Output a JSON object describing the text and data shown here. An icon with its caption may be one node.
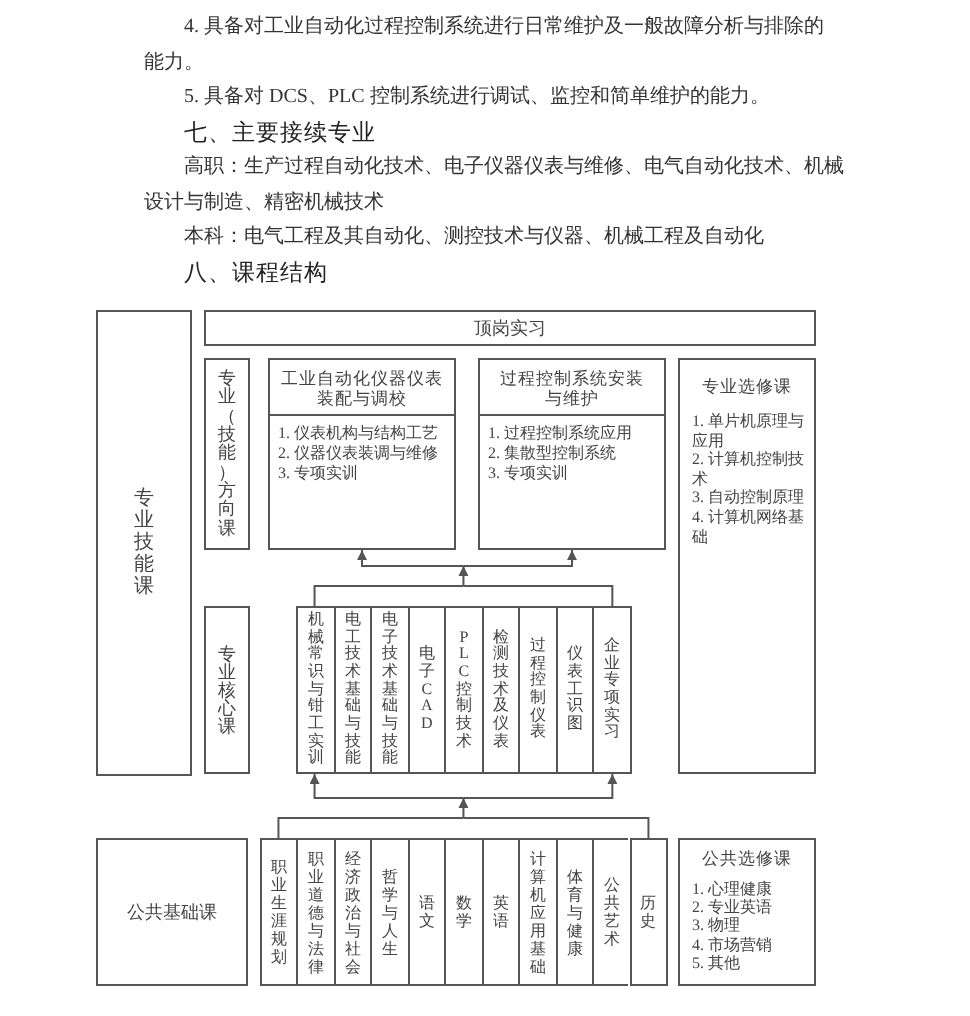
{
  "diagram": {
    "title": "八、课程结构",
    "nodes": [
      {
        "text": [
          "专业技能课"
        ]
      },
      {
        "text": [
          "顶岗实习"
        ]
      },
      {
        "text": [
          "专业（技能）方向课"
        ]
      },
      {
        "text": [
          "工业自动化仪器仪表装配与调校",
          "1. 仪表机构与结构工艺",
          "2. 仪器仪表装调与维修",
          "3. 专项实训"
        ]
      },
      {
        "text": [
          "过程控制系统安装与维护",
          "1. 过程控制系统应用",
          "2. 集散型控制系统",
          "3. 专项实训"
        ]
      },
      {
        "text": [
          "专业选修课",
          "1. 单片机原理与应用",
          "2. 计算机控制技术",
          "3. 自动控制原理",
          "4. 计算机网络基础"
        ]
      },
      {
        "text": [
          "专业核心课"
        ]
      },
      {
        "text": [
          "机械常识与钳工实训"
        ]
      },
      {
        "text": [
          "电工技术基础与技能"
        ]
      },
      {
        "text": [
          "电子技术基础与技能"
        ]
      },
      {
        "text": [
          "电子CAD"
        ]
      },
      {
        "text": [
          "PLC控制技术"
        ]
      },
      {
        "text": [
          "检测技术及仪表"
        ]
      },
      {
        "text": [
          "过程控制仪表"
        ]
      },
      {
        "text": [
          "仪表工识图"
        ]
      },
      {
        "text": [
          "企业专项实习"
        ]
      },
      {
        "text": [
          "公共基础课"
        ]
      },
      {
        "text": [
          "职业生涯规划"
        ]
      },
      {
        "text": [
          "职业道德与法律"
        ]
      },
      {
        "text": [
          "经济政治与社会"
        ]
      },
      {
        "text": [
          "哲学与人生"
        ]
      },
      {
        "text": [
          "语文"
        ]
      },
      {
        "text": [
          "数学"
        ]
      },
      {
        "text": [
          "英语"
        ]
      },
      {
        "text": [
          "计算机应用基础"
        ]
      },
      {
        "text": [
          "体育与健康"
        ]
      },
      {
        "text": [
          "公共艺术"
        ]
      },
      {
        "text": [
          "历史"
        ]
      },
      {
        "text": [
          "公共选修课",
          "1. 心理健康",
          "2. 专业英语",
          "3. 物理",
          "4. 市场营销",
          "5. 其他"
        ]
      }
    ],
    "edges": [
      {
        "from": 7,
        "to": 3,
        "arrow": "to"
      },
      {
        "from": 7,
        "to": 4,
        "arrow": "to"
      },
      {
        "from": 15,
        "to": 3,
        "arrow": "to"
      },
      {
        "from": 15,
        "to": 4,
        "arrow": "to"
      },
      {
        "from": 17,
        "to": 7,
        "arrow": "to"
      },
      {
        "from": 17,
        "to": 15,
        "arrow": "to"
      },
      {
        "from": 27,
        "to": 7,
        "arrow": "to"
      },
      {
        "from": 27,
        "to": 15,
        "arrow": "to"
      }
    ],
    "labels": [
      "4. 具备对工业自动化过程控制系统进行日常维护及一般故障分析与排除的能力。",
      "5. 具备对 DCS、PLC 控制系统进行调试、监控和简单维护的能力。",
      "七、主要接续专业",
      "高职：生产过程自动化技术、电子仪器仪表与维修、电气自动化技术、机械设计与制造、精密机械技术",
      "本科：电气工程及其自动化、测控技术与仪器、机械工程及自动化"
    ]
  }
}
